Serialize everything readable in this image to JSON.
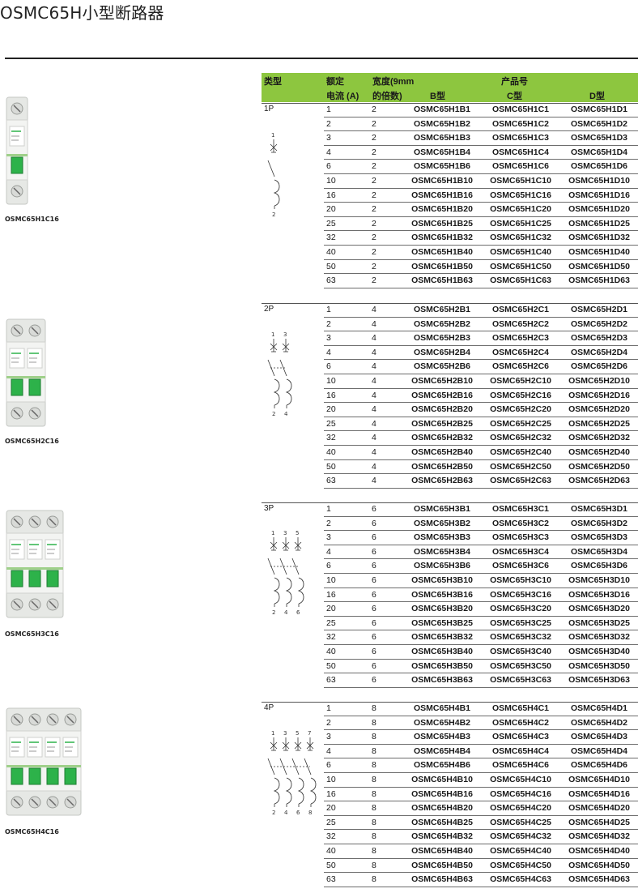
{
  "page": {
    "title": "OSMC65H小型断路器"
  },
  "table_header": {
    "type": "类型",
    "rating_line1": "额定",
    "rating_line2": "电流 (A)",
    "width_line1": "宽度(9mm",
    "width_line2": "的倍数)",
    "product_no": "产品号",
    "b_type": "B型",
    "c_type": "C型",
    "d_type": "D型"
  },
  "groups": [
    {
      "type": "1P",
      "caption": "OSMC65H1C16",
      "schematic_terminals_top": [
        "1"
      ],
      "schematic_terminals_bottom": [
        "2"
      ],
      "rows": [
        {
          "rating": "1",
          "width": "2",
          "b": "OSMC65H1B1",
          "c": "OSMC65H1C1",
          "d": "OSMC65H1D1"
        },
        {
          "rating": "2",
          "width": "2",
          "b": "OSMC65H1B2",
          "c": "OSMC65H1C2",
          "d": "OSMC65H1D2"
        },
        {
          "rating": "3",
          "width": "2",
          "b": "OSMC65H1B3",
          "c": "OSMC65H1C3",
          "d": "OSMC65H1D3"
        },
        {
          "rating": "4",
          "width": "2",
          "b": "OSMC65H1B4",
          "c": "OSMC65H1C4",
          "d": "OSMC65H1D4"
        },
        {
          "rating": "6",
          "width": "2",
          "b": "OSMC65H1B6",
          "c": "OSMC65H1C6",
          "d": "OSMC65H1D6"
        },
        {
          "rating": "10",
          "width": "2",
          "b": "OSMC65H1B10",
          "c": "OSMC65H1C10",
          "d": "OSMC65H1D10"
        },
        {
          "rating": "16",
          "width": "2",
          "b": "OSMC65H1B16",
          "c": "OSMC65H1C16",
          "d": "OSMC65H1D16"
        },
        {
          "rating": "20",
          "width": "2",
          "b": "OSMC65H1B20",
          "c": "OSMC65H1C20",
          "d": "OSMC65H1D20"
        },
        {
          "rating": "25",
          "width": "2",
          "b": "OSMC65H1B25",
          "c": "OSMC65H1C25",
          "d": "OSMC65H1D25"
        },
        {
          "rating": "32",
          "width": "2",
          "b": "OSMC65H1B32",
          "c": "OSMC65H1C32",
          "d": "OSMC65H1D32"
        },
        {
          "rating": "40",
          "width": "2",
          "b": "OSMC65H1B40",
          "c": "OSMC65H1C40",
          "d": "OSMC65H1D40"
        },
        {
          "rating": "50",
          "width": "2",
          "b": "OSMC65H1B50",
          "c": "OSMC65H1C50",
          "d": "OSMC65H1D50"
        },
        {
          "rating": "63",
          "width": "2",
          "b": "OSMC65H1B63",
          "c": "OSMC65H1C63",
          "d": "OSMC65H1D63"
        }
      ]
    },
    {
      "type": "2P",
      "caption": "OSMC65H2C16",
      "schematic_terminals_top": [
        "1",
        "3"
      ],
      "schematic_terminals_bottom": [
        "2",
        "4"
      ],
      "rows": [
        {
          "rating": "1",
          "width": "4",
          "b": "OSMC65H2B1",
          "c": "OSMC65H2C1",
          "d": "OSMC65H2D1"
        },
        {
          "rating": "2",
          "width": "4",
          "b": "OSMC65H2B2",
          "c": "OSMC65H2C2",
          "d": "OSMC65H2D2"
        },
        {
          "rating": "3",
          "width": "4",
          "b": "OSMC65H2B3",
          "c": "OSMC65H2C3",
          "d": "OSMC65H2D3"
        },
        {
          "rating": "4",
          "width": "4",
          "b": "OSMC65H2B4",
          "c": "OSMC65H2C4",
          "d": "OSMC65H2D4"
        },
        {
          "rating": "6",
          "width": "4",
          "b": "OSMC65H2B6",
          "c": "OSMC65H2C6",
          "d": "OSMC65H2D6"
        },
        {
          "rating": "10",
          "width": "4",
          "b": "OSMC65H2B10",
          "c": "OSMC65H2C10",
          "d": "OSMC65H2D10"
        },
        {
          "rating": "16",
          "width": "4",
          "b": "OSMC65H2B16",
          "c": "OSMC65H2C16",
          "d": "OSMC65H2D16"
        },
        {
          "rating": "20",
          "width": "4",
          "b": "OSMC65H2B20",
          "c": "OSMC65H2C20",
          "d": "OSMC65H2D20"
        },
        {
          "rating": "25",
          "width": "4",
          "b": "OSMC65H2B25",
          "c": "OSMC65H2C25",
          "d": "OSMC65H2D25"
        },
        {
          "rating": "32",
          "width": "4",
          "b": "OSMC65H2B32",
          "c": "OSMC65H2C32",
          "d": "OSMC65H2D32"
        },
        {
          "rating": "40",
          "width": "4",
          "b": "OSMC65H2B40",
          "c": "OSMC65H2C40",
          "d": "OSMC65H2D40"
        },
        {
          "rating": "50",
          "width": "4",
          "b": "OSMC65H2B50",
          "c": "OSMC65H2C50",
          "d": "OSMC65H2D50"
        },
        {
          "rating": "63",
          "width": "4",
          "b": "OSMC65H2B63",
          "c": "OSMC65H2C63",
          "d": "OSMC65H2D63"
        }
      ]
    },
    {
      "type": "3P",
      "caption": "OSMC65H3C16",
      "schematic_terminals_top": [
        "1",
        "3",
        "5"
      ],
      "schematic_terminals_bottom": [
        "2",
        "4",
        "6"
      ],
      "rows": [
        {
          "rating": "1",
          "width": "6",
          "b": "OSMC65H3B1",
          "c": "OSMC65H3C1",
          "d": "OSMC65H3D1"
        },
        {
          "rating": "2",
          "width": "6",
          "b": "OSMC65H3B2",
          "c": "OSMC65H3C2",
          "d": "OSMC65H3D2"
        },
        {
          "rating": "3",
          "width": "6",
          "b": "OSMC65H3B3",
          "c": "OSMC65H3C3",
          "d": "OSMC65H3D3"
        },
        {
          "rating": "4",
          "width": "6",
          "b": "OSMC65H3B4",
          "c": "OSMC65H3C4",
          "d": "OSMC65H3D4"
        },
        {
          "rating": "6",
          "width": "6",
          "b": "OSMC65H3B6",
          "c": "OSMC65H3C6",
          "d": "OSMC65H3D6"
        },
        {
          "rating": "10",
          "width": "6",
          "b": "OSMC65H3B10",
          "c": "OSMC65H3C10",
          "d": "OSMC65H3D10"
        },
        {
          "rating": "16",
          "width": "6",
          "b": "OSMC65H3B16",
          "c": "OSMC65H3C16",
          "d": "OSMC65H3D16"
        },
        {
          "rating": "20",
          "width": "6",
          "b": "OSMC65H3B20",
          "c": "OSMC65H3C20",
          "d": "OSMC65H3D20"
        },
        {
          "rating": "25",
          "width": "6",
          "b": "OSMC65H3B25",
          "c": "OSMC65H3C25",
          "d": "OSMC65H3D25"
        },
        {
          "rating": "32",
          "width": "6",
          "b": "OSMC65H3B32",
          "c": "OSMC65H3C32",
          "d": "OSMC65H3D32"
        },
        {
          "rating": "40",
          "width": "6",
          "b": "OSMC65H3B40",
          "c": "OSMC65H3C40",
          "d": "OSMC65H3D40"
        },
        {
          "rating": "50",
          "width": "6",
          "b": "OSMC65H3B50",
          "c": "OSMC65H3C50",
          "d": "OSMC65H3D50"
        },
        {
          "rating": "63",
          "width": "6",
          "b": "OSMC65H3B63",
          "c": "OSMC65H3C63",
          "d": "OSMC65H3D63"
        }
      ]
    },
    {
      "type": "4P",
      "caption": "OSMC65H4C16",
      "schematic_terminals_top": [
        "1",
        "3",
        "5",
        "7"
      ],
      "schematic_terminals_bottom": [
        "2",
        "4",
        "6",
        "8"
      ],
      "rows": [
        {
          "rating": "1",
          "width": "8",
          "b": "OSMC65H4B1",
          "c": "OSMC65H4C1",
          "d": "OSMC65H4D1"
        },
        {
          "rating": "2",
          "width": "8",
          "b": "OSMC65H4B2",
          "c": "OSMC65H4C2",
          "d": "OSMC65H4D2"
        },
        {
          "rating": "3",
          "width": "8",
          "b": "OSMC65H4B3",
          "c": "OSMC65H4C3",
          "d": "OSMC65H4D3"
        },
        {
          "rating": "4",
          "width": "8",
          "b": "OSMC65H4B4",
          "c": "OSMC65H4C4",
          "d": "OSMC65H4D4"
        },
        {
          "rating": "6",
          "width": "8",
          "b": "OSMC65H4B6",
          "c": "OSMC65H4C6",
          "d": "OSMC65H4D6"
        },
        {
          "rating": "10",
          "width": "8",
          "b": "OSMC65H4B10",
          "c": "OSMC65H4C10",
          "d": "OSMC65H4D10"
        },
        {
          "rating": "16",
          "width": "8",
          "b": "OSMC65H4B16",
          "c": "OSMC65H4C16",
          "d": "OSMC65H4D16"
        },
        {
          "rating": "20",
          "width": "8",
          "b": "OSMC65H4B20",
          "c": "OSMC65H4C20",
          "d": "OSMC65H4D20"
        },
        {
          "rating": "25",
          "width": "8",
          "b": "OSMC65H4B25",
          "c": "OSMC65H4C25",
          "d": "OSMC65H4D25"
        },
        {
          "rating": "32",
          "width": "8",
          "b": "OSMC65H4B32",
          "c": "OSMC65H4C32",
          "d": "OSMC65H4D32"
        },
        {
          "rating": "40",
          "width": "8",
          "b": "OSMC65H4B40",
          "c": "OSMC65H4C40",
          "d": "OSMC65H4D40"
        },
        {
          "rating": "50",
          "width": "8",
          "b": "OSMC65H4B50",
          "c": "OSMC65H4C50",
          "d": "OSMC65H4D50"
        },
        {
          "rating": "63",
          "width": "8",
          "b": "OSMC65H4B63",
          "c": "OSMC65H4C63",
          "d": "OSMC65H4D63"
        }
      ]
    }
  ],
  "colors": {
    "header_green": "#8dc63f",
    "breaker_green": "#2db24a",
    "breaker_body": "#e9ebe8"
  }
}
